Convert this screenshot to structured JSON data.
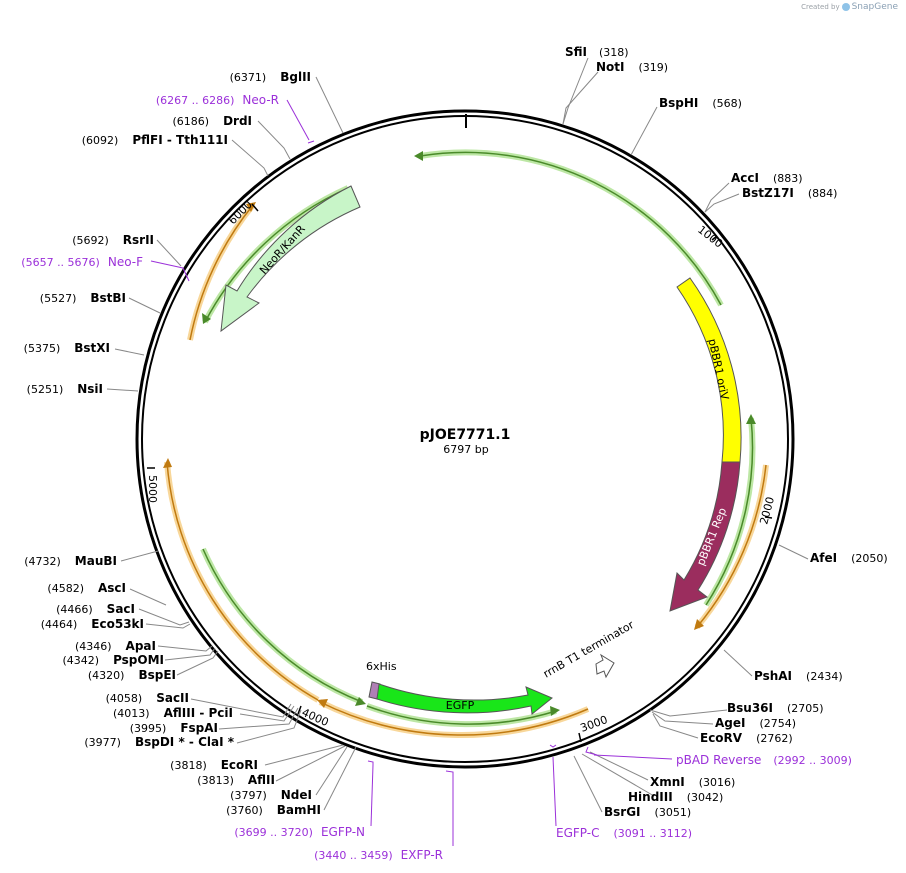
{
  "credit": {
    "prefix": "Created by",
    "brand": "SnapGene"
  },
  "plasmid": {
    "name": "pJOE7771.1",
    "length_label": "6797 bp",
    "length": 6797
  },
  "ticks": [
    "1000",
    "2000",
    "3000",
    "4000",
    "5000",
    "6000"
  ],
  "enzymes": [
    {
      "name": "SfiI",
      "pos": "(318)"
    },
    {
      "name": "NotI",
      "pos": "(319)"
    },
    {
      "name": "BspHI",
      "pos": "(568)"
    },
    {
      "name": "AccI",
      "pos": "(883)"
    },
    {
      "name": "BstZ17I",
      "pos": "(884)"
    },
    {
      "name": "AfeI",
      "pos": "(2050)"
    },
    {
      "name": "PshAI",
      "pos": "(2434)"
    },
    {
      "name": "Bsu36I",
      "pos": "(2705)"
    },
    {
      "name": "AgeI",
      "pos": "(2754)"
    },
    {
      "name": "EcoRV",
      "pos": "(2762)"
    },
    {
      "name": "XmnI",
      "pos": "(3016)"
    },
    {
      "name": "HindIII",
      "pos": "(3042)"
    },
    {
      "name": "BsrGI",
      "pos": "(3051)"
    },
    {
      "name": "BamHI",
      "pos": "(3760)"
    },
    {
      "name": "NdeI",
      "pos": "(3797)"
    },
    {
      "name": "AflII",
      "pos": "(3813)"
    },
    {
      "name": "EcoRI",
      "pos": "(3818)"
    },
    {
      "name": "BspDI * - ClaI *",
      "pos": "(3977)"
    },
    {
      "name": "FspAI",
      "pos": "(3995)"
    },
    {
      "name": "AflIII - PciI",
      "pos": "(4013)"
    },
    {
      "name": "SacII",
      "pos": "(4058)"
    },
    {
      "name": "BspEI",
      "pos": "(4320)"
    },
    {
      "name": "PspOMI",
      "pos": "(4342)"
    },
    {
      "name": "ApaI",
      "pos": "(4346)"
    },
    {
      "name": "Eco53kI",
      "pos": "(4464)"
    },
    {
      "name": "SacI",
      "pos": "(4466)"
    },
    {
      "name": "AscI",
      "pos": "(4582)"
    },
    {
      "name": "MauBI",
      "pos": "(4732)"
    },
    {
      "name": "NsiI",
      "pos": "(5251)"
    },
    {
      "name": "BstXI",
      "pos": "(5375)"
    },
    {
      "name": "BstBI",
      "pos": "(5527)"
    },
    {
      "name": "RsrII",
      "pos": "(5692)"
    },
    {
      "name": "PflFI - Tth111I",
      "pos": "(6092)"
    },
    {
      "name": "DrdI",
      "pos": "(6186)"
    },
    {
      "name": "BglII",
      "pos": "(6371)"
    }
  ],
  "primers": [
    {
      "name": "Neo-R",
      "range": "(6267 .. 6286)"
    },
    {
      "name": "Neo-F",
      "range": "(5657 .. 5676)"
    },
    {
      "name": "pBAD Reverse",
      "range": "(2992 .. 3009)"
    },
    {
      "name": "EGFP-C",
      "range": "(3091 .. 3112)"
    },
    {
      "name": "EGFP-N",
      "range": "(3699 .. 3720)"
    },
    {
      "name": "EXFP-R",
      "range": "(3440 .. 3459)"
    }
  ],
  "features": [
    {
      "name": "NeoR/KanR",
      "color": "#c8f5c8"
    },
    {
      "name": "pBBR1 oriV",
      "color": "#ffff00"
    },
    {
      "name": "pBBR1 Rep",
      "color": "#9b2d5e"
    },
    {
      "name": "EGFP",
      "color": "#19e619"
    },
    {
      "name": "6xHis",
      "color": "#b07fb5"
    },
    {
      "name": "rrnB T1 terminator",
      "color": "#ffffff"
    }
  ],
  "colors": {
    "backbone": "#000000",
    "orf_green": "#74c043",
    "orf_orange": "#f0a830",
    "primer": "#9b30d9",
    "leader": "#888888"
  }
}
